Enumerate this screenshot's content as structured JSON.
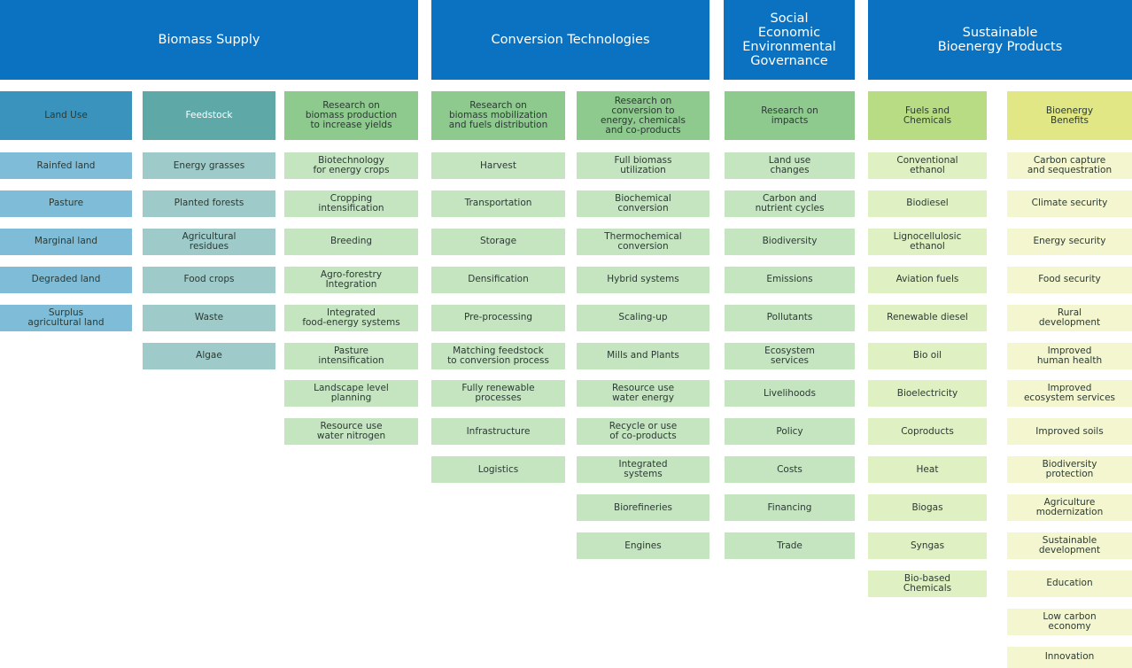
{
  "colors": {
    "header_blue": "#0a72c0",
    "text_dark": "#2b3a33",
    "text_light": "#ffffff",
    "land_head": "#3a93bc",
    "land_item": "#7fbcd8",
    "feed_head": "#5ea8a8",
    "feed_item": "#9ecaca",
    "green_head": "#8ec98e",
    "green_item": "#c5e5c1",
    "fuel_head": "#b8dc84",
    "fuel_item": "#dff0c3",
    "benefit_head": "#e1e784",
    "benefit_item": "#f4f6cf"
  },
  "headers": [
    {
      "key": "biomass-supply",
      "label": "Biomass Supply"
    },
    {
      "key": "conversion-technologies",
      "label": "Conversion Technologies"
    },
    {
      "key": "governance",
      "label": "Social\nEconomic\nEnvironmental\nGovernance"
    },
    {
      "key": "products",
      "label": "Sustainable\nBioenergy Products"
    }
  ],
  "columns": [
    {
      "key": "land-use",
      "title": "Land Use",
      "head_color": "land_head",
      "item_color": "land_item",
      "head_text": "text_dark",
      "items": [
        "Rainfed land",
        "Pasture",
        "Marginal land",
        "Degraded land",
        "Surplus\nagricultural land"
      ]
    },
    {
      "key": "feedstock",
      "title": "Feedstock",
      "head_color": "feed_head",
      "item_color": "feed_item",
      "head_text": "text_light",
      "items": [
        "Energy grasses",
        "Planted forests",
        "Agricultural\nresidues",
        "Food crops",
        "Waste",
        "Algae"
      ]
    },
    {
      "key": "biomass-research",
      "title": "Research on\nbiomass production\nto increase yields",
      "head_color": "green_head",
      "item_color": "green_item",
      "head_text": "text_dark",
      "items": [
        "Biotechnology\nfor energy crops",
        "Cropping\nintensification",
        "Breeding",
        "Agro-forestry\nIntegration",
        "Integrated\nfood-energy systems",
        "Pasture\nintensification",
        "Landscape level\nplanning",
        "Resource use\nwater nitrogen"
      ]
    },
    {
      "key": "mobilization-research",
      "title": "Research on\nbiomass mobilization\nand fuels distribution",
      "head_color": "green_head",
      "item_color": "green_item",
      "head_text": "text_dark",
      "items": [
        "Harvest",
        "Transportation",
        "Storage",
        "Densification",
        "Pre-processing",
        "Matching feedstock\nto conversion process",
        "Fully renewable\nprocesses",
        "Infrastructure",
        "Logistics"
      ]
    },
    {
      "key": "conversion-research",
      "title": "Research on\nconversion to\nenergy, chemicals\nand co-products",
      "head_color": "green_head",
      "item_color": "green_item",
      "head_text": "text_dark",
      "items": [
        "Full biomass\nutilization",
        "Biochemical\nconversion",
        "Thermochemical\nconversion",
        "Hybrid systems",
        "Scaling-up",
        "Mills and Plants",
        "Resource use\nwater energy",
        "Recycle or use\nof co-products",
        "Integrated\nsystems",
        "Biorefineries",
        "Engines"
      ]
    },
    {
      "key": "impacts-research",
      "title": "Research on\nimpacts",
      "head_color": "green_head",
      "item_color": "green_item",
      "head_text": "text_dark",
      "items": [
        "Land use\nchanges",
        "Carbon and\nnutrient cycles",
        "Biodiversity",
        "Emissions",
        "Pollutants",
        "Ecosystem\nservices",
        "Livelihoods",
        "Policy",
        "Costs",
        "Financing",
        "Trade"
      ]
    },
    {
      "key": "fuels-chemicals",
      "title": "Fuels and\nChemicals",
      "head_color": "fuel_head",
      "item_color": "fuel_item",
      "head_text": "text_dark",
      "items": [
        "Conventional\nethanol",
        "Biodiesel",
        "Lignocellulosic\nethanol",
        "Aviation fuels",
        "Renewable diesel",
        "Bio oil",
        "Bioelectricity",
        "Coproducts",
        "Heat",
        "Biogas",
        "Syngas",
        "Bio-based\nChemicals"
      ]
    },
    {
      "key": "bioenergy-benefits",
      "title": "Bioenergy\nBenefits",
      "head_color": "benefit_head",
      "item_color": "benefit_item",
      "head_text": "text_dark",
      "items": [
        "Carbon capture\nand sequestration",
        "Climate security",
        "Energy security",
        "Food security",
        "Rural\ndevelopment",
        "Improved\nhuman health",
        "Improved\necosystem services",
        "Improved soils",
        "Biodiversity\nprotection",
        "Agriculture\nmodernization",
        "Sustainable\ndevelopment",
        "Education",
        "Low carbon\neconomy",
        "Innovation"
      ]
    }
  ]
}
